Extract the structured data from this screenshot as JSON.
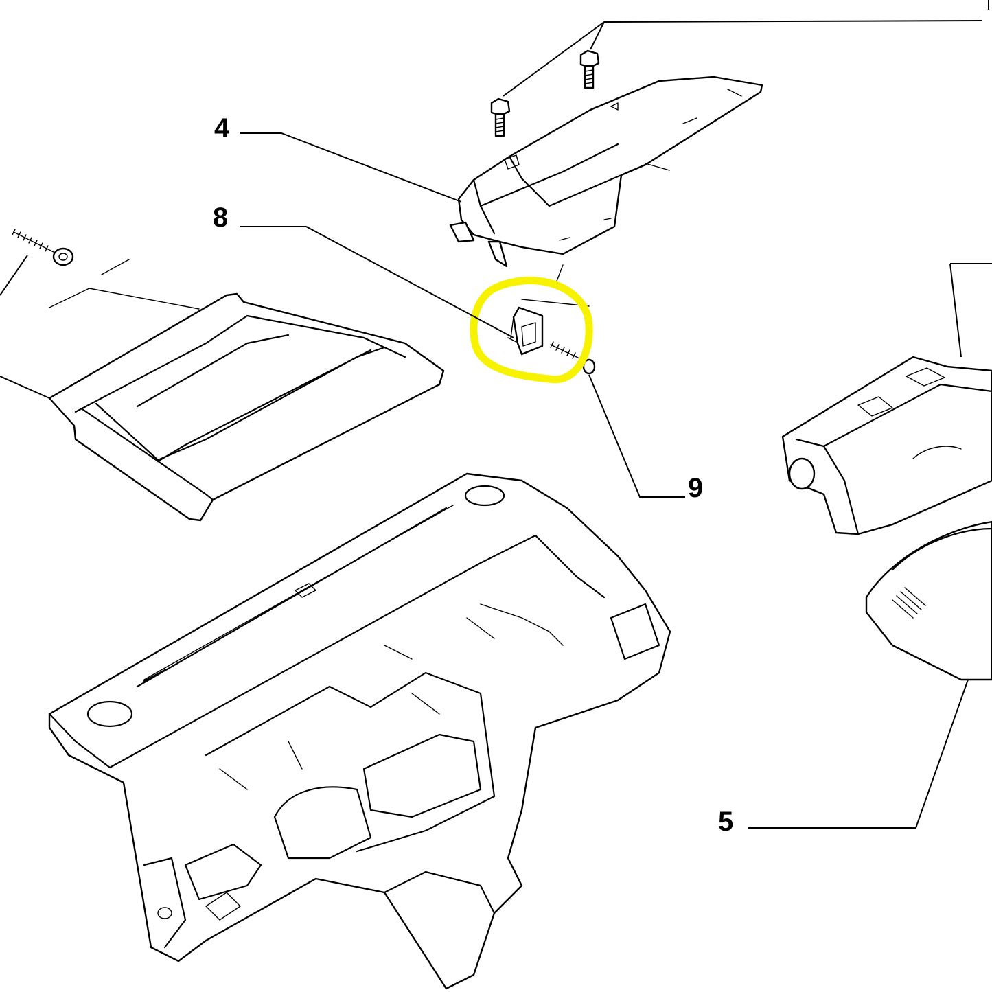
{
  "callouts": [
    {
      "id": "4",
      "label": "4"
    },
    {
      "id": "8",
      "label": "8"
    },
    {
      "id": "9",
      "label": "9"
    },
    {
      "id": "5",
      "label": "5"
    }
  ],
  "highlight": {
    "color": "#f7f200",
    "target": "8"
  },
  "colors": {
    "line": "#000000",
    "background": "#ffffff"
  }
}
